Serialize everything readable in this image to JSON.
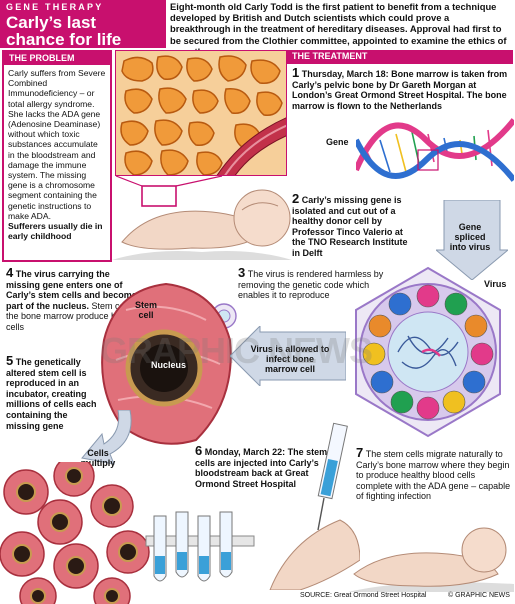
{
  "header": {
    "kicker": "GENE THERAPY",
    "title_line1": "Carly’s last",
    "title_line2": "chance for life",
    "intro": "Eight-month old Carly Todd is the first patient to benefit from a technique developed by British and Dutch scientists which could prove a breakthrough in the treatment of hereditary diseases. Approval had first to be secured from the Clothier committee, appointed to examine the ethics of gene therapy"
  },
  "problem": {
    "heading": "THE PROBLEM",
    "body": "Carly suffers from Severe Combined Immunodeficiency – or total allergy syndrome. She lacks the ADA gene (Adenosine Deaminase) without which toxic substances accumulate in the bloodstream and damage the immune system. The missing gene is a chromosome segment containing the genetic instructions to make ADA.",
    "emphasis": "Sufferers usually die in early childhood"
  },
  "treatment": {
    "heading": "THE TREATMENT"
  },
  "steps": {
    "s1": {
      "num": "1",
      "text": "Thursday, March 18: Bone marrow is taken from Carly’s pelvic bone by Dr Gareth Morgan at London’s Great Ormond Street Hospital. The bone marrow is flown to the Netherlands"
    },
    "s2": {
      "num": "2",
      "text": "Carly’s missing gene is isolated and cut out of a healthy donor cell by Professor Tinco Valerio at the TNO Research Institute in Delft"
    },
    "s3": {
      "num": "3",
      "text": "The virus is rendered harmless by removing the genetic code which enables it to reproduce"
    },
    "s4": {
      "num": "4",
      "text": "The virus carrying the missing gene enters one of Carly’s stem cells and becomes part of the nucleus.",
      "light": "Stem cells in the bone marrow produce blood cells"
    },
    "s5": {
      "num": "5",
      "text": "The genetically altered stem cell is reproduced in an incubator, creating millions of cells each containing the missing gene"
    },
    "s6": {
      "num": "6",
      "text": "Monday, March 22: The stem cells are injected into Carly’s bloodstream back at Great Ormond Street Hospital"
    },
    "s7": {
      "num": "7",
      "text": "The stem cells migrate naturally to Carly’s bone marrow where they begin to produce healthy blood cells complete with the ADA gene – capable of fighting infection"
    }
  },
  "labels": {
    "gene": "Gene",
    "gene_spliced": "Gene spliced into virus",
    "virus": "Virus",
    "stem_cell": "Stem cell",
    "nucleus": "Nucleus",
    "virus_allowed": "Virus is allowed to infect bone marrow cell",
    "cells_multiply": "Cells multiply"
  },
  "footer": {
    "source": "SOURCE: Great Ormond Street Hospital",
    "copyright": "© GRAPHIC NEWS"
  },
  "watermark": "GRAPHIC NEWS",
  "colors": {
    "accent": "#c8106e",
    "dna_pink": "#e23a8a",
    "dna_blue": "#2e6fd0",
    "cell_orange": "#e98a2b",
    "virus_purple": "#9a78c8"
  }
}
